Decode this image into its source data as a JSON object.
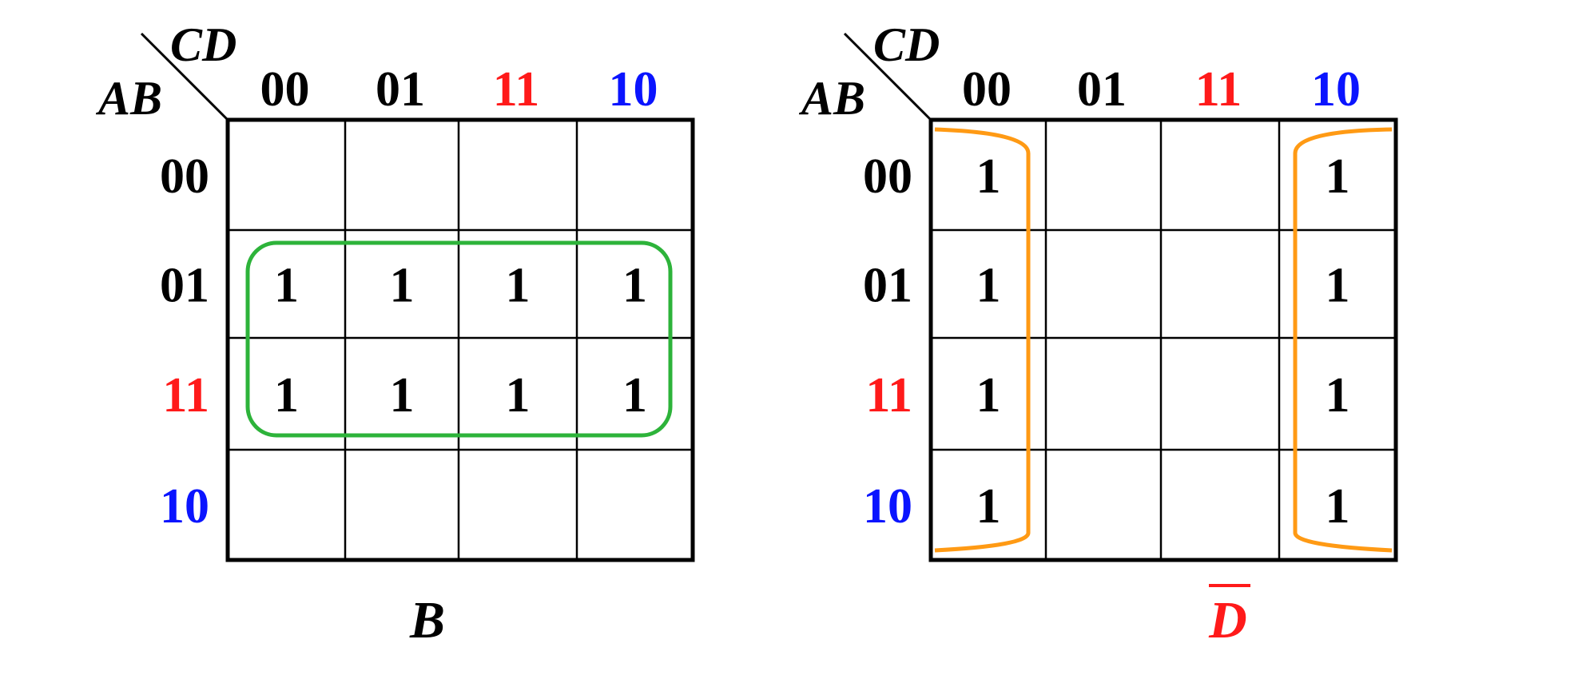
{
  "maps": [
    {
      "id": "left",
      "row_variable": "AB",
      "col_variable": "CD",
      "col_labels": [
        {
          "text": "00",
          "color": "#000000"
        },
        {
          "text": "01",
          "color": "#000000"
        },
        {
          "text": "11",
          "color": "#ff1a1a"
        },
        {
          "text": "10",
          "color": "#0a14ff"
        }
      ],
      "row_labels": [
        {
          "text": "00",
          "color": "#000000"
        },
        {
          "text": "01",
          "color": "#000000"
        },
        {
          "text": "11",
          "color": "#ff1a1a"
        },
        {
          "text": "10",
          "color": "#0a14ff"
        }
      ],
      "cells": [
        [
          "",
          "",
          "",
          ""
        ],
        [
          "1",
          "1",
          "1",
          "1"
        ],
        [
          "1",
          "1",
          "1",
          "1"
        ],
        [
          "",
          "",
          "",
          ""
        ]
      ],
      "grouping": {
        "kind": "rows",
        "rows": [
          1,
          2
        ],
        "color": "#2db33a"
      },
      "result": {
        "text": "B",
        "overbar": false,
        "color": "#000000"
      }
    },
    {
      "id": "right",
      "row_variable": "AB",
      "col_variable": "CD",
      "col_labels": [
        {
          "text": "00",
          "color": "#000000"
        },
        {
          "text": "01",
          "color": "#000000"
        },
        {
          "text": "11",
          "color": "#ff1a1a"
        },
        {
          "text": "10",
          "color": "#0a14ff"
        }
      ],
      "row_labels": [
        {
          "text": "00",
          "color": "#000000"
        },
        {
          "text": "01",
          "color": "#000000"
        },
        {
          "text": "11",
          "color": "#ff1a1a"
        },
        {
          "text": "10",
          "color": "#0a14ff"
        }
      ],
      "cells": [
        [
          "1",
          "",
          "",
          "1"
        ],
        [
          "1",
          "",
          "",
          "1"
        ],
        [
          "1",
          "",
          "",
          "1"
        ],
        [
          "1",
          "",
          "",
          "1"
        ]
      ],
      "grouping": {
        "kind": "edge-columns",
        "cols": [
          0,
          3
        ],
        "color": "#ff9a14"
      },
      "result": {
        "text": "D",
        "overbar": true,
        "color": "#ff1a1a"
      }
    }
  ]
}
